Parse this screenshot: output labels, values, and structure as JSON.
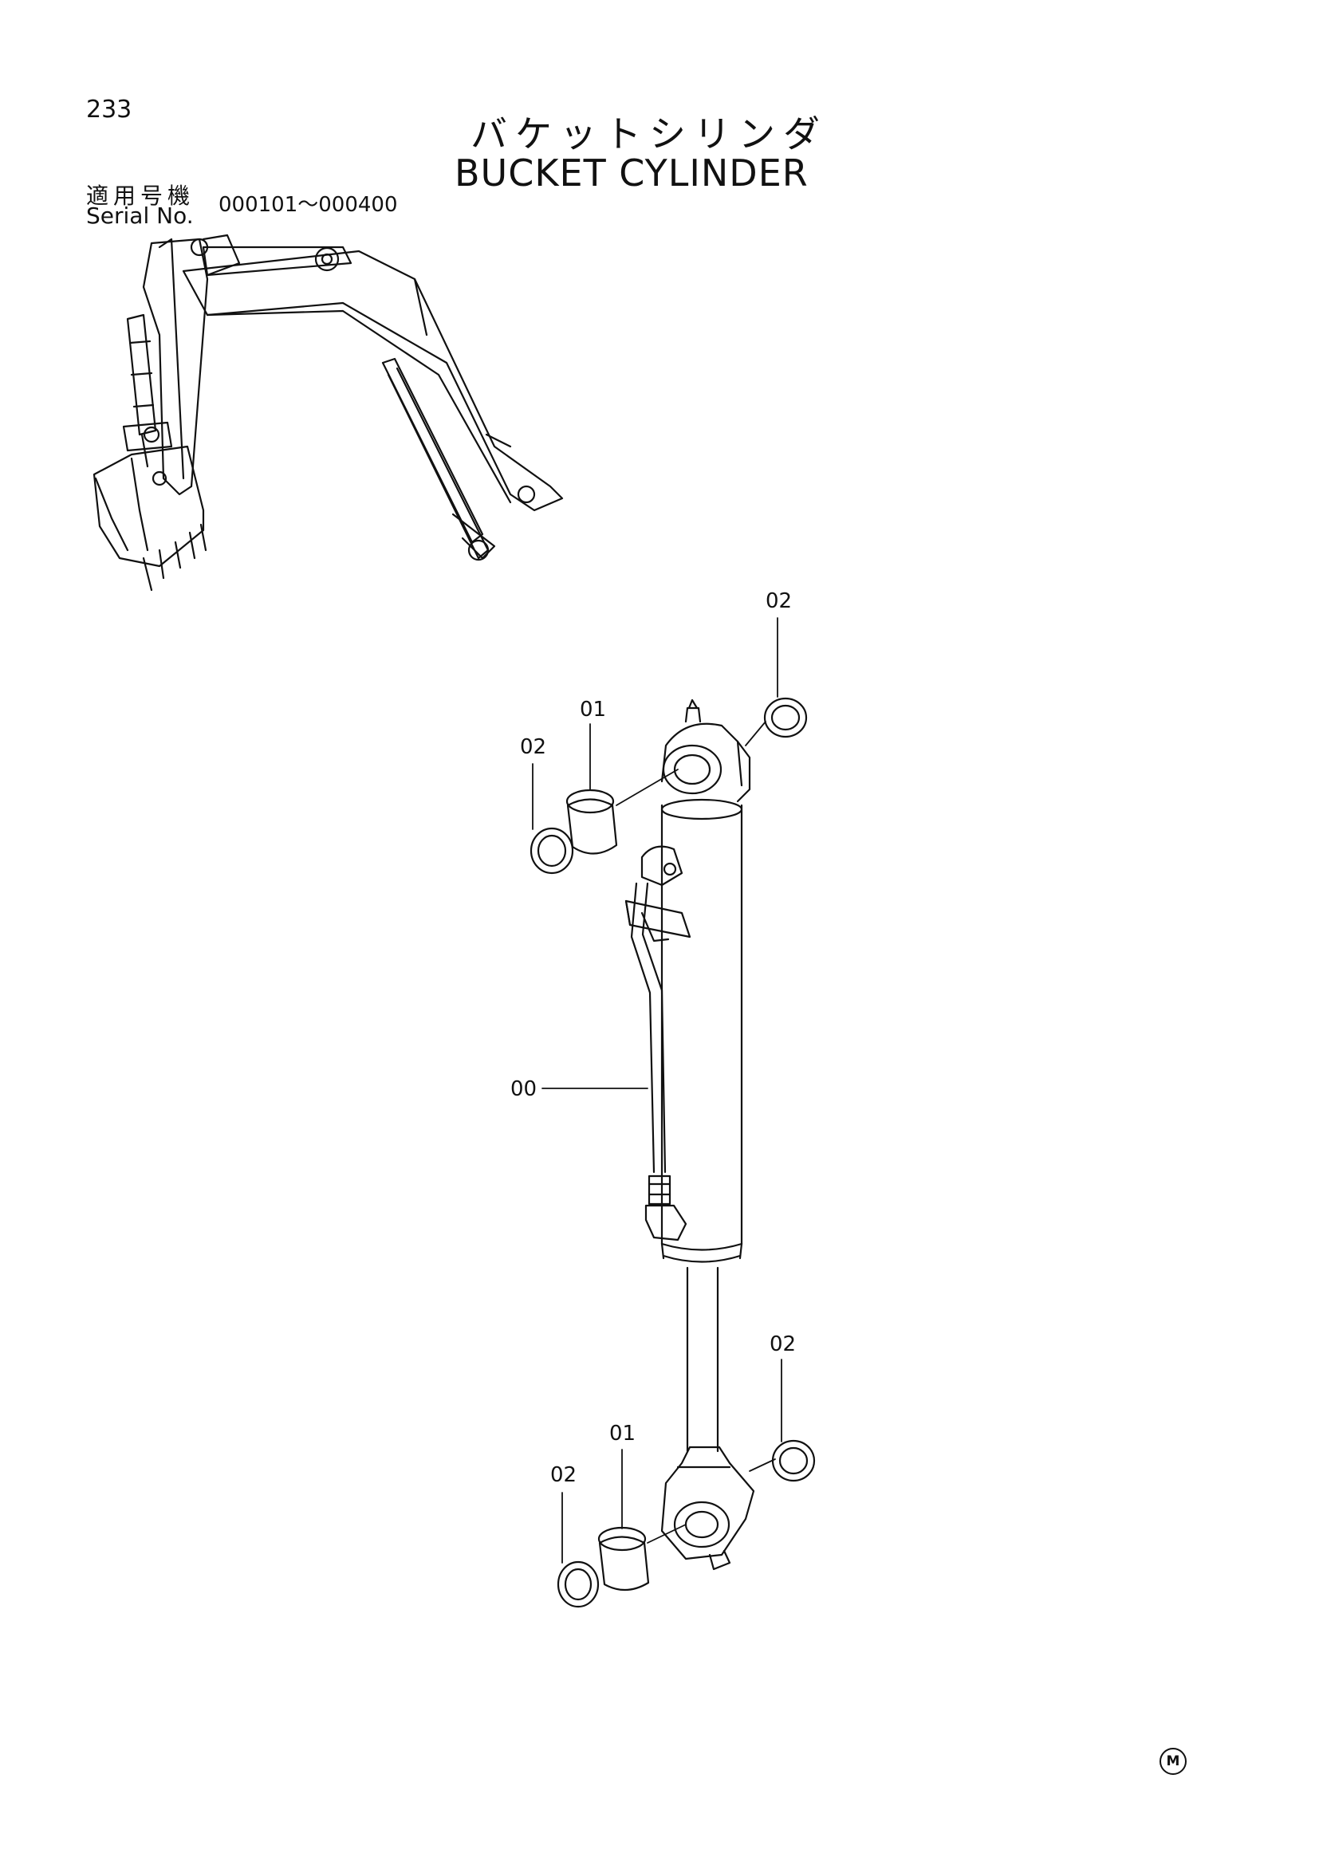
{
  "header": {
    "page_number": "233",
    "title_jp": "バケットシリンダ",
    "title_en": "BUCKET CYLINDER",
    "serial_label_jp": "適用号機",
    "serial_label_en": "Serial No.",
    "serial_range": "000101～000400"
  },
  "callouts": [
    "02",
    "01",
    "02",
    "00",
    "02",
    "01",
    "02"
  ],
  "footer": {
    "mark": "M"
  }
}
